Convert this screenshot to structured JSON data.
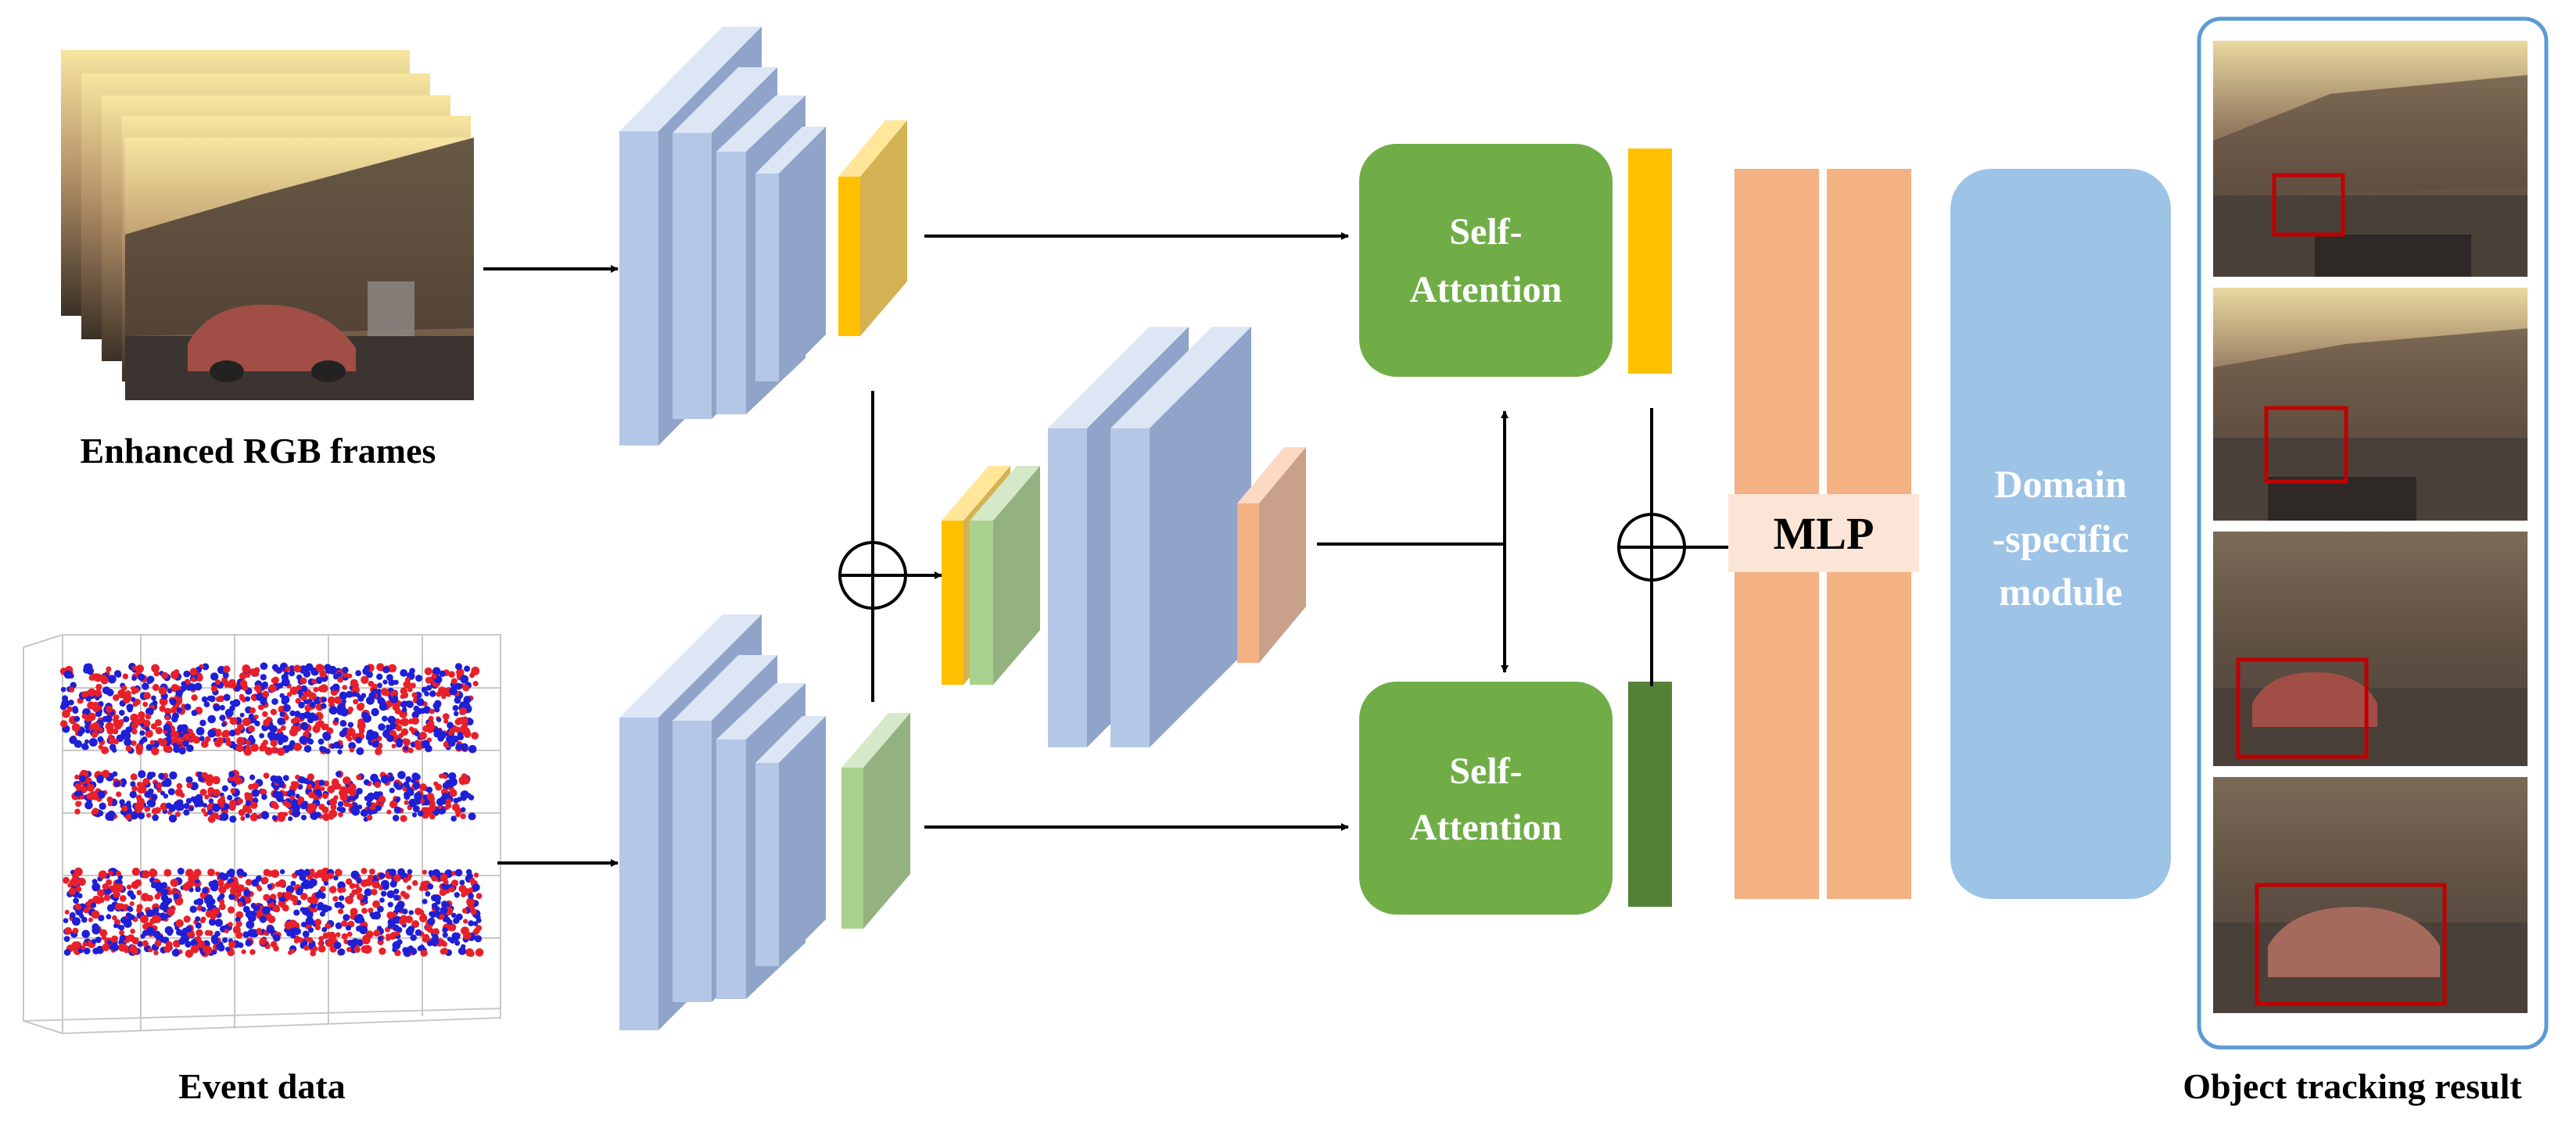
{
  "labels": {
    "rgb_frames": "Enhanced RGB frames",
    "event_data": "Event data",
    "tracking_result": "Object tracking result",
    "self_attention_top_1": "Self-",
    "self_attention_top_2": "Attention",
    "self_attention_bottom_1": "Self-",
    "self_attention_bottom_2": "Attention",
    "mlp": "MLP",
    "domain_1": "Domain",
    "domain_2": "-specific",
    "domain_3": "module"
  },
  "colors": {
    "backbone_blue": "#b4c7e7",
    "rgb_feature_yellow": "#ffc000",
    "event_feature_green": "#a9d18e",
    "fused_feature_peach": "#f4b183",
    "attention_green": "#70ad47",
    "mlp_orange": "#f4b183",
    "domain_blue": "#9dc3e6",
    "result_border": "#5b9bd5",
    "tracking_box_red": "#c00000"
  },
  "icons": [
    "plus-circle-icon",
    "arrow-icon"
  ]
}
